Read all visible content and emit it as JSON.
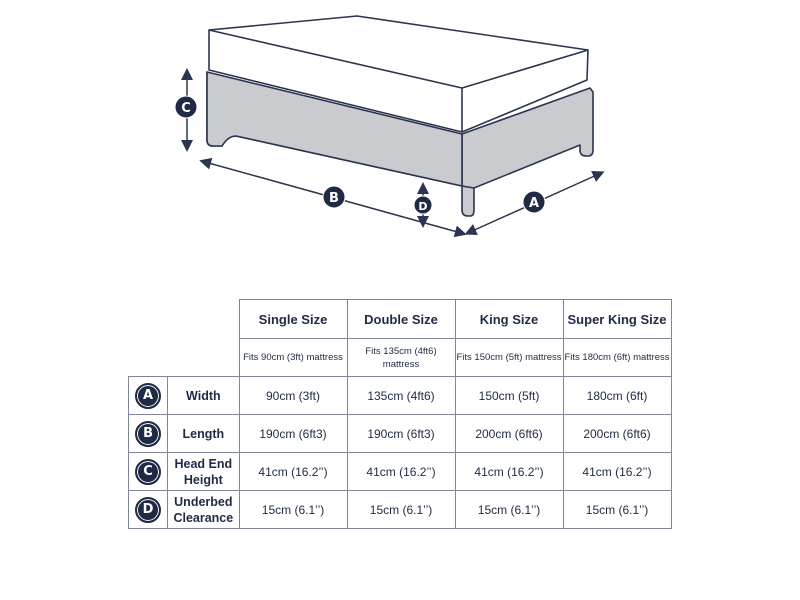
{
  "diagram": {
    "dimension_markers": [
      "A",
      "B",
      "C",
      "D"
    ]
  },
  "table": {
    "columns": [
      {
        "name": "Single Size",
        "fits": "Fits 90cm (3ft) mattress"
      },
      {
        "name": "Double Size",
        "fits": "Fits 135cm (4ft6) mattress"
      },
      {
        "name": "King Size",
        "fits": "Fits 150cm (5ft) mattress"
      },
      {
        "name": "Super King Size",
        "fits": "Fits 180cm (6ft) mattress"
      }
    ],
    "rows": [
      {
        "marker": "A",
        "label": "Width",
        "values": [
          "90cm (3ft)",
          "135cm (4ft6)",
          "150cm (5ft)",
          "180cm (6ft)"
        ]
      },
      {
        "marker": "B",
        "label": "Length",
        "values": [
          "190cm (6ft3)",
          "190cm (6ft3)",
          "200cm (6ft6)",
          "200cm (6ft6)"
        ]
      },
      {
        "marker": "C",
        "label": "Head End Height",
        "values": [
          "41cm (16.2’’)",
          "41cm (16.2’’)",
          "41cm (16.2’’)",
          "41cm (16.2’’)"
        ]
      },
      {
        "marker": "D",
        "label": "Underbed Clearance",
        "values": [
          "15cm (6.1’’)",
          "15cm (6.1’’)",
          "15cm (6.1’’)",
          "15cm (6.1’’)"
        ]
      }
    ]
  },
  "colors": {
    "navy": "#1f2a44",
    "base_fill": "#c9cbcf",
    "mattress_fill": "#ffffff",
    "outline": "#2b3550"
  }
}
